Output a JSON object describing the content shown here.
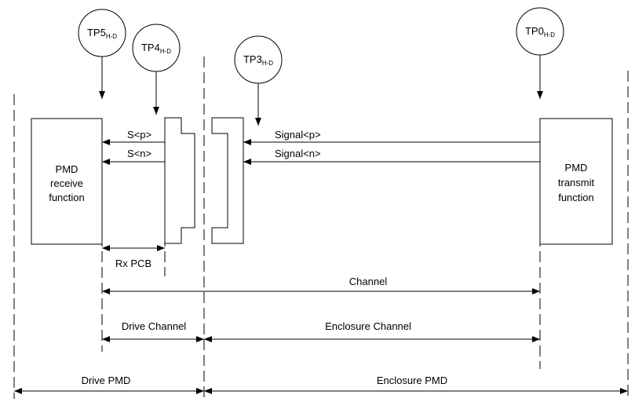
{
  "test_points": {
    "tp5": {
      "base": "TP5",
      "sub": "H-D"
    },
    "tp4": {
      "base": "TP4",
      "sub": "H-D"
    },
    "tp3": {
      "base": "TP3",
      "sub": "H-D"
    },
    "tp0": {
      "base": "TP0",
      "sub": "H-D"
    }
  },
  "receive_box": {
    "line1": "PMD",
    "line2": "receive",
    "line3": "function"
  },
  "transmit_box": {
    "line1": "PMD",
    "line2": "transmit",
    "line3": "function"
  },
  "signals": {
    "s_p": "S<p>",
    "s_n": "S<n>",
    "signal_p": "Signal<p>",
    "signal_n": "Signal<n>"
  },
  "spans": {
    "rx_pcb": "Rx PCB",
    "channel": "Channel",
    "drive_channel": "Drive Channel",
    "enclosure_channel": "Enclosure Channel",
    "drive_pmd": "Drive PMD",
    "enclosure_pmd": "Enclosure PMD"
  }
}
